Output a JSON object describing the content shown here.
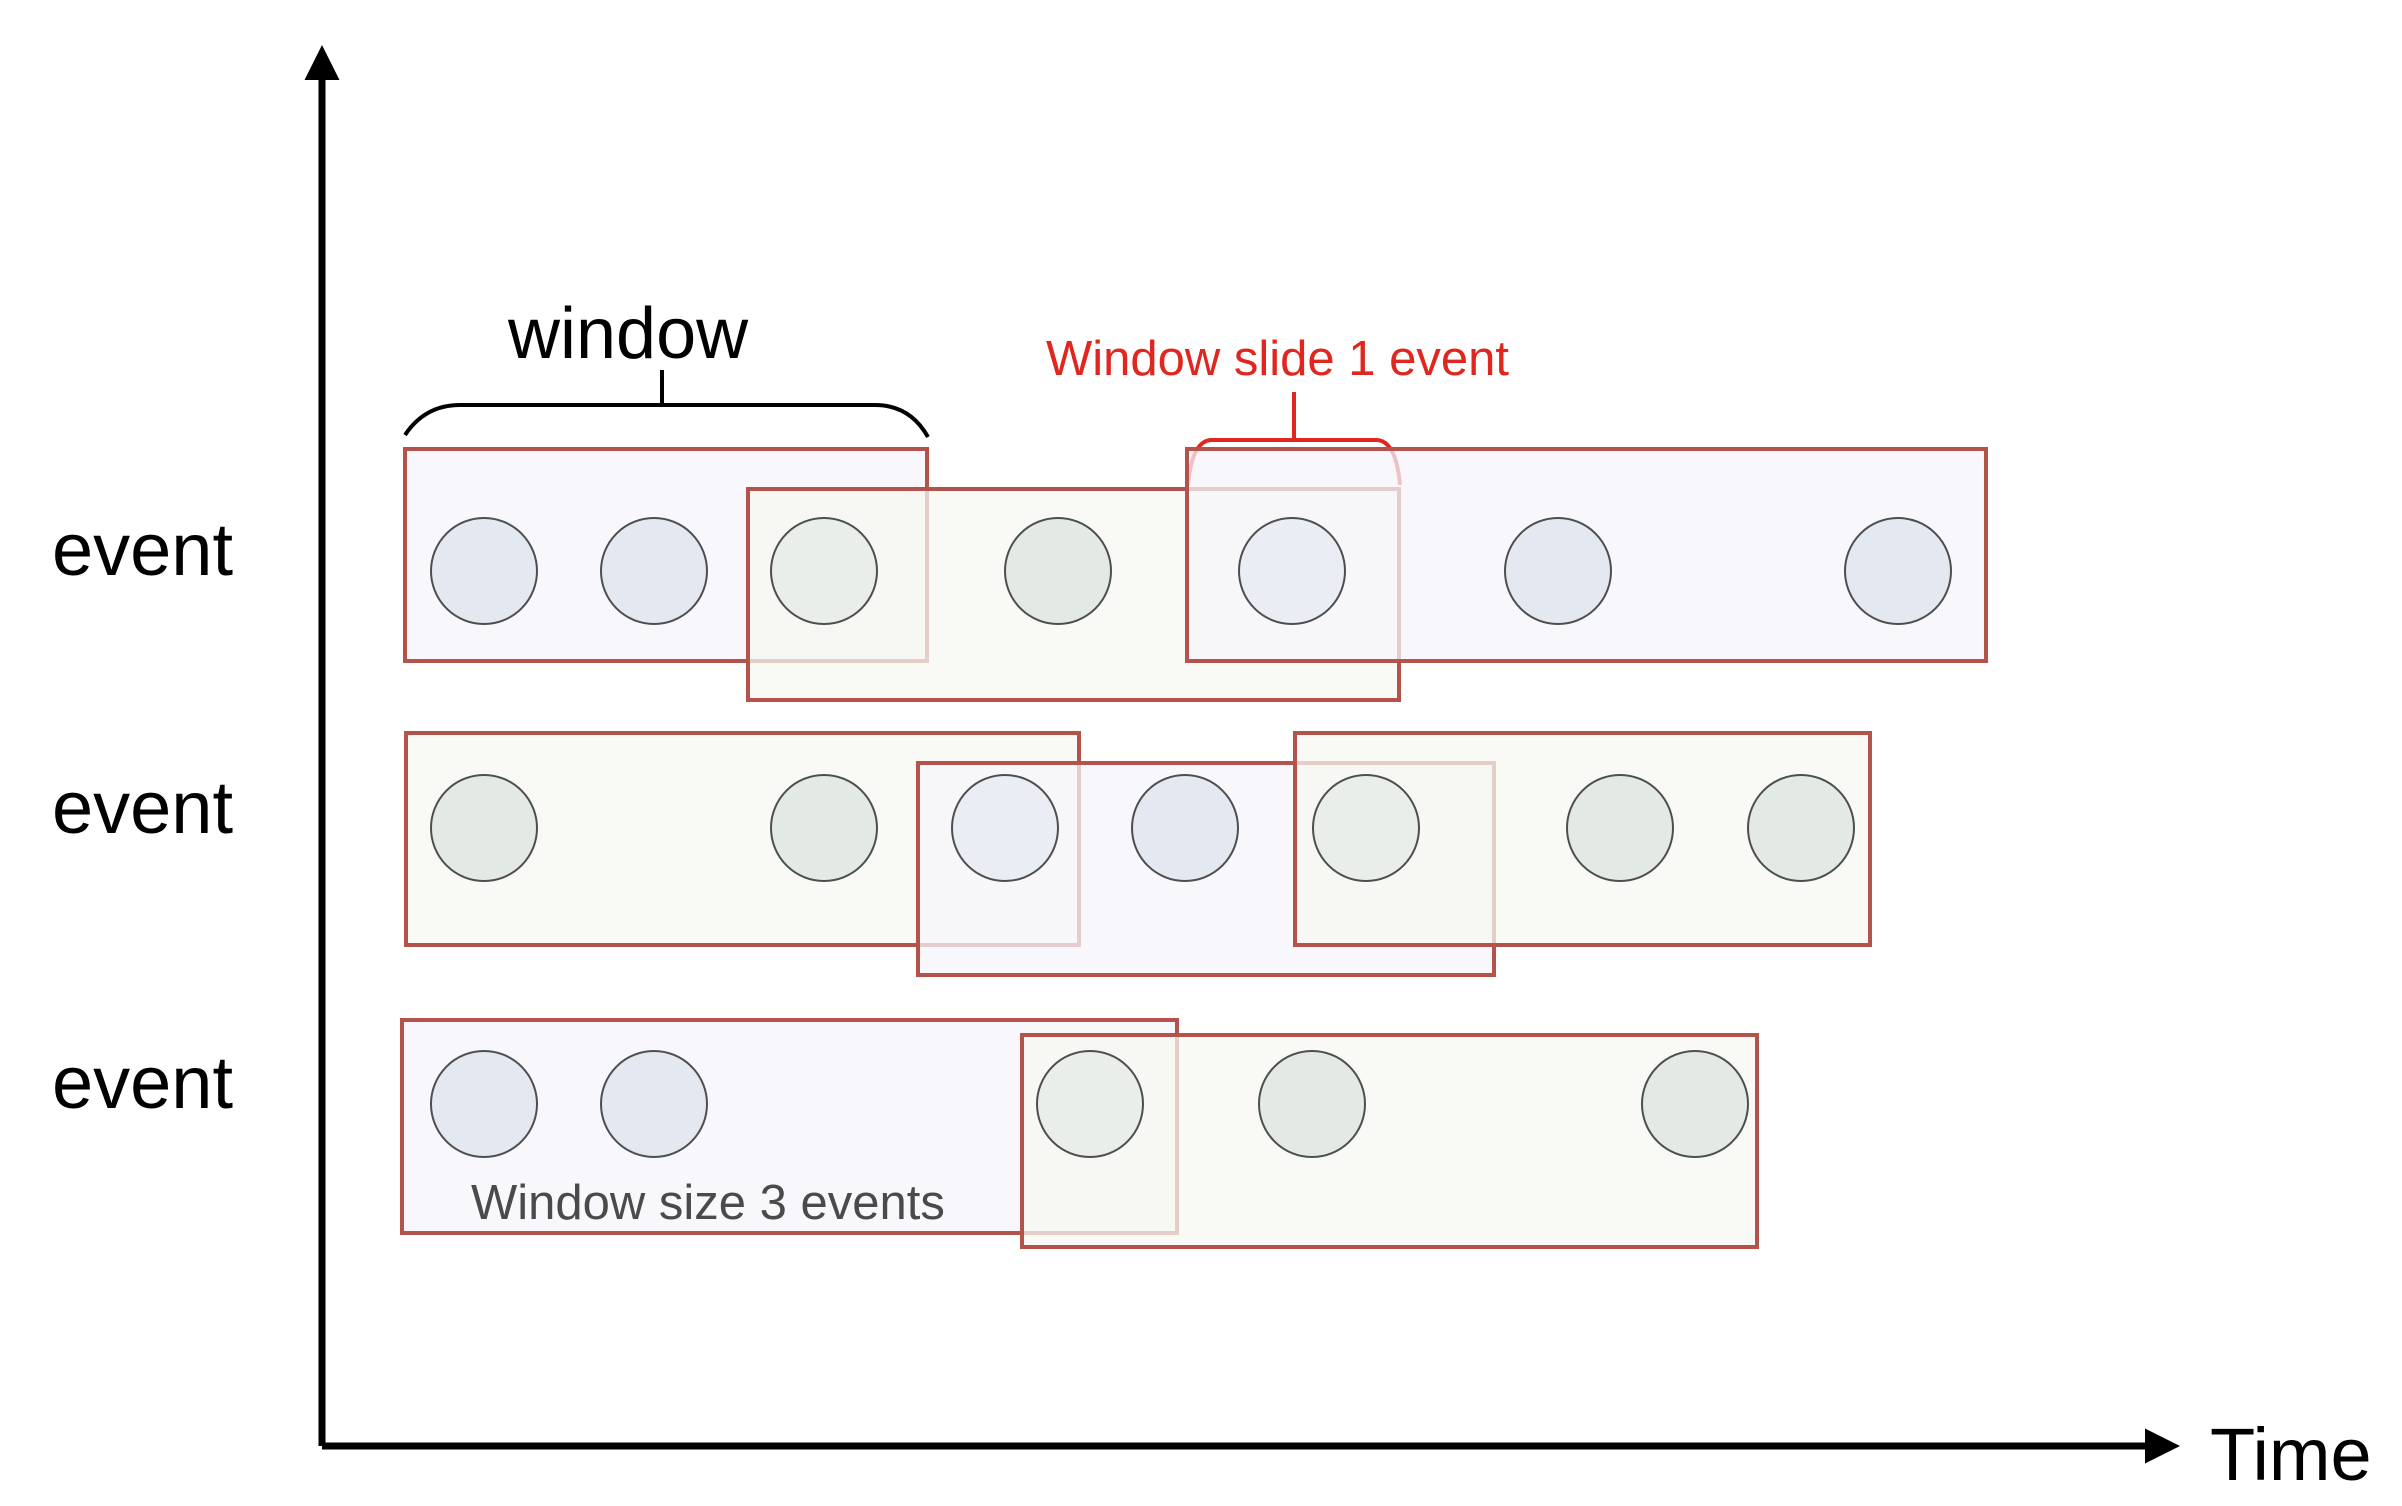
{
  "labels": {
    "row_label": "event",
    "time_axis": "Time",
    "window": "window",
    "slide": "Window slide 1 event",
    "size": "Window size 3 events"
  },
  "colors": {
    "window_border": "#b4524c",
    "slide_text": "#e0261f",
    "size_text": "#4a4a4a"
  }
}
